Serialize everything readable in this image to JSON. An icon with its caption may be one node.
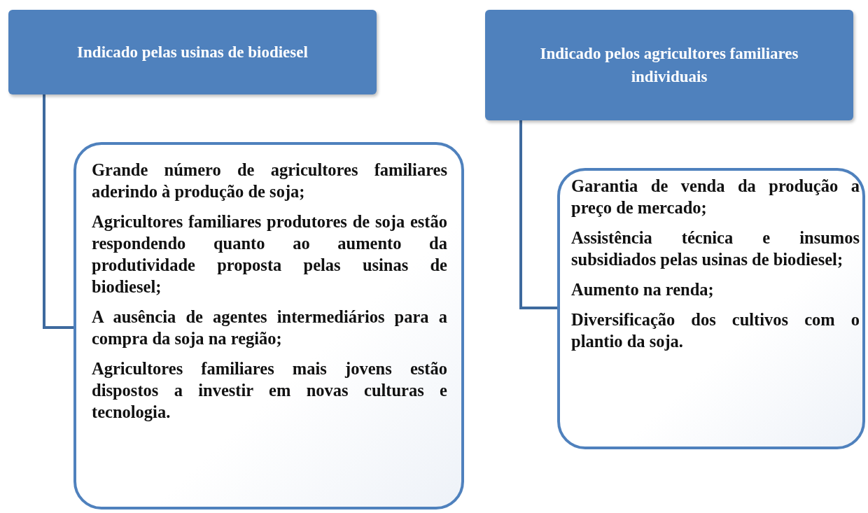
{
  "diagram": {
    "nodes": [
      {
        "text": [
          "Indicado pelas usinas de biodiesel"
        ]
      },
      {
        "text": [
          "Grande número de agricultores familiares aderindo à produção de soja;",
          "Agricultores familiares produtores de soja estão respondendo quanto ao aumento da produtividade proposta pelas usinas de biodiesel;",
          "A ausência de agentes intermediários para a compra da soja na região;",
          "Agricultores familiares mais jovens estão dispostos a investir em novas culturas e tecnologia."
        ]
      },
      {
        "text": [
          "Indicado pelos agricultores familiares individuais"
        ]
      },
      {
        "text": [
          "Garantia de venda da produção a preço de mercado;",
          "Assistência técnica e insumos subsidiados pelas usinas de biodiesel;",
          "Aumento na renda;",
          "Diversificação dos cultivos com o plantio da soja."
        ]
      }
    ],
    "edges": [
      {
        "from": 0,
        "to": 1,
        "arrow": "none"
      },
      {
        "from": 2,
        "to": 3,
        "arrow": "none"
      }
    ]
  }
}
